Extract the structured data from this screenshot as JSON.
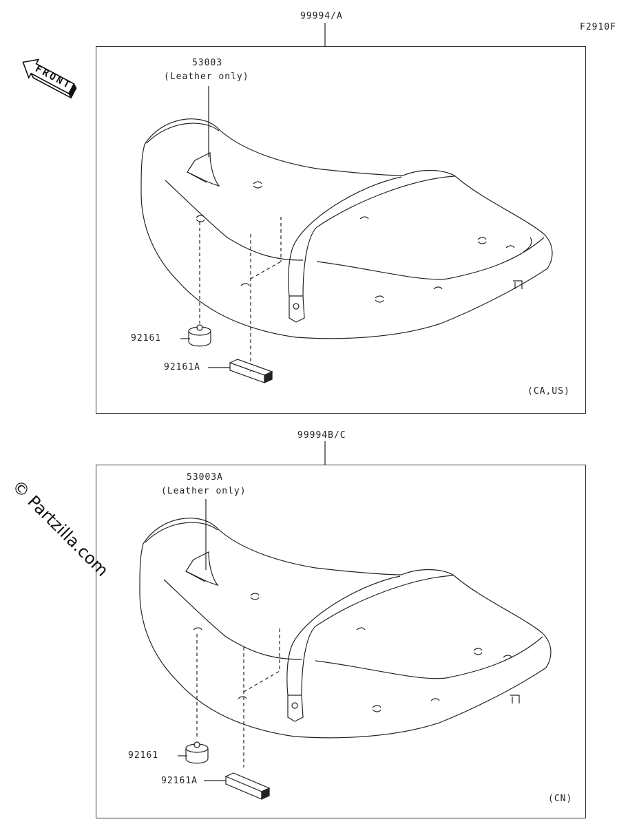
{
  "figure_code": "F2910F",
  "watermark": "© Partzilla.com",
  "front_label": "FRONT",
  "upper": {
    "assembly": "99994/A",
    "seat_cover": "53003",
    "seat_cover_note": "(Leather only)",
    "damper": "92161",
    "damper_a": "92161A",
    "region": "(CA,US)"
  },
  "lower": {
    "assembly": "99994B/C",
    "seat_cover": "53003A",
    "seat_cover_note": "(Leather only)",
    "damper": "92161",
    "damper_a": "92161A",
    "region": "(CN)"
  }
}
